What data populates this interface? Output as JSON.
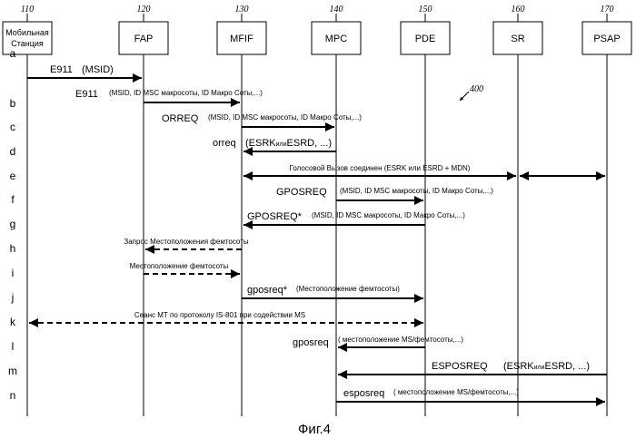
{
  "entities": [
    {
      "id": "ms",
      "ref": "110",
      "name_line1": "Мобильная",
      "name_line2": "Станция"
    },
    {
      "id": "fap",
      "ref": "120",
      "name": "FAP"
    },
    {
      "id": "mfif",
      "ref": "130",
      "name": "MFIF"
    },
    {
      "id": "mpc",
      "ref": "140",
      "name": "MPC"
    },
    {
      "id": "pde",
      "ref": "150",
      "name": "PDE"
    },
    {
      "id": "sr",
      "ref": "160",
      "name": "SR"
    },
    {
      "id": "psap",
      "ref": "170",
      "name": "PSAP"
    }
  ],
  "steps": [
    {
      "letter": "a",
      "from": "ms",
      "to": "fap",
      "dashed": false,
      "main": "E911",
      "param": "(MSID)"
    },
    {
      "letter": "b",
      "from": "fap",
      "to": "mfif",
      "dashed": false,
      "main": "E911",
      "param": "(MSID, ID MSC макросоты, ID Макро Соты,...)"
    },
    {
      "letter": "c",
      "from": "mfif",
      "to": "mpc",
      "dashed": false,
      "main": "ORREQ",
      "param": "(MSID, ID MSC макросоты, ID Макро Соты,...)"
    },
    {
      "letter": "d",
      "from": "mpc",
      "to": "mfif",
      "dashed": false,
      "main": "orreq",
      "param_pre": "(",
      "param_a": "ESRK",
      "param_sub": "или",
      "param_b": "ESRD, ...)"
    },
    {
      "letter": "e",
      "from": "mfif",
      "to": "psap",
      "dashed": false,
      "bidirectional": true,
      "center": "Голосовой Вызов соединен (ESRK или ESRD + MDN)"
    },
    {
      "letter": "f",
      "from": "mpc",
      "to": "pde",
      "dashed": false,
      "main": "GPOSREQ",
      "param": "(MSID, ID MSC макросоты, ID Макро Соты,...)"
    },
    {
      "letter": "g",
      "from": "pde",
      "to": "mfif",
      "dashed": false,
      "main": "GPOSREQ*",
      "param": "(MSID, ID MSC макросоты, ID Макро Соты,...)"
    },
    {
      "letter": "h",
      "from": "mfif",
      "to": "fap",
      "dashed": true,
      "center": "Запрос Местоположения фемтосоты"
    },
    {
      "letter": "i",
      "from": "fap",
      "to": "mfif",
      "dashed": true,
      "center": "Местоположение фемтосоты"
    },
    {
      "letter": "j",
      "from": "mfif",
      "to": "pde",
      "dashed": false,
      "main": "gposreq*",
      "param": "(Местоположение фемтосоты)"
    },
    {
      "letter": "k",
      "from": "ms",
      "to": "pde",
      "dashed": true,
      "bidirectional": true,
      "center": "Сеанс МТ по протоколу IS-801 при содействии MS"
    },
    {
      "letter": "l",
      "from": "pde",
      "to": "mpc",
      "dashed": false,
      "main": "gposreq",
      "param": "( местоположение MS/фемтосоты,...)"
    },
    {
      "letter": "m",
      "from": "psap",
      "to": "mpc",
      "dashed": false,
      "main": "ESPOSREQ",
      "param_pre": "(",
      "param_a": "ESRK",
      "param_sub": "или",
      "param_b": "ESRD, ...)"
    },
    {
      "letter": "n",
      "from": "mpc",
      "to": "psap",
      "dashed": false,
      "main": "esposreq",
      "param": "( местоположение MS/фемтосоты,...)"
    }
  ],
  "figure_ref": "400",
  "caption": "Фиг.4"
}
